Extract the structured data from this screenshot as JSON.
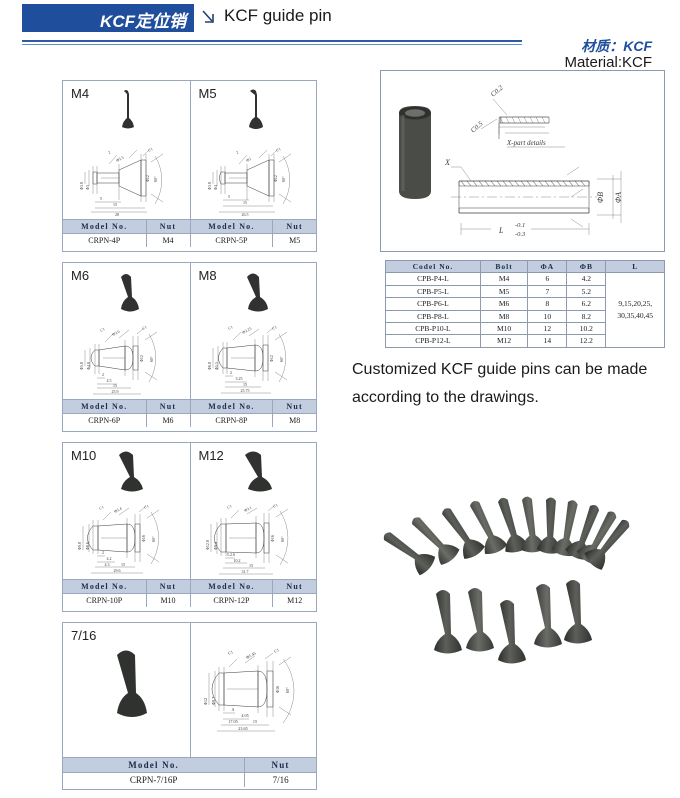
{
  "header": {
    "tab_label_cn": "KCF定位销",
    "arrow_icon": "arrow-down-right-icon",
    "title_en": "KCF guide pin"
  },
  "material": {
    "label_cn": "材质：KCF",
    "label_en": "Material:KCF"
  },
  "panels": [
    {
      "cells": [
        {
          "size_label": "M4",
          "model_no": "CRPN-4P",
          "nut": "M4"
        },
        {
          "size_label": "M5",
          "model_no": "CRPN-5P",
          "nut": "M5"
        }
      ]
    },
    {
      "cells": [
        {
          "size_label": "M6",
          "model_no": "CRPN-6P",
          "nut": "M6"
        },
        {
          "size_label": "M8",
          "model_no": "CRPN-8P",
          "nut": "M8"
        }
      ]
    },
    {
      "cells": [
        {
          "size_label": "M10",
          "model_no": "CRPN-10P",
          "nut": "M10"
        },
        {
          "size_label": "M12",
          "model_no": "CRPN-12P",
          "nut": "M12"
        }
      ]
    },
    {
      "cells": [
        {
          "size_label": "7/16",
          "model_no": "CRPN-7/16P",
          "nut": "7/16"
        }
      ]
    }
  ],
  "panel_table_headers": {
    "model": "Model  No.",
    "nut": "Nut"
  },
  "drawing_labels": {
    "x_callout": "X",
    "x_part_details": "X-part details",
    "chamfer_1": "C0.2",
    "chamfer_2": "C0.5",
    "length": "L",
    "tol_upper": "-0.1",
    "tol_lower": "-0.3",
    "dia_a": "ΦA",
    "dia_b": "ΦB"
  },
  "spec_table": {
    "headers": [
      "Codel  No.",
      "Bolt",
      "ΦA",
      "ΦB",
      "L"
    ],
    "rows": [
      {
        "model": "CPB-P4-L",
        "bolt": "M4",
        "dia_a": "6",
        "dia_b": "4.2"
      },
      {
        "model": "CPB-P5-L",
        "bolt": "M5",
        "dia_a": "7",
        "dia_b": "5.2"
      },
      {
        "model": "CPB-P6-L",
        "bolt": "M6",
        "dia_a": "8",
        "dia_b": "6.2"
      },
      {
        "model": "CPB-P8-L",
        "bolt": "M8",
        "dia_a": "10",
        "dia_b": "8.2"
      },
      {
        "model": "CPB-P10-L",
        "bolt": "M10",
        "dia_a": "12",
        "dia_b": "10.2"
      },
      {
        "model": "CPB-P12-L",
        "bolt": "M12",
        "dia_a": "14",
        "dia_b": "12.2"
      }
    ],
    "length_values": "9,15,20,25,\n30,35,40,45"
  },
  "description": "Customized KCF guide pins can be made according to the drawings.",
  "colors": {
    "brand_blue": "#1f4e9c",
    "table_head": "#c3cde0",
    "border": "#9aa7bd",
    "part_dark": "#3d403c"
  }
}
